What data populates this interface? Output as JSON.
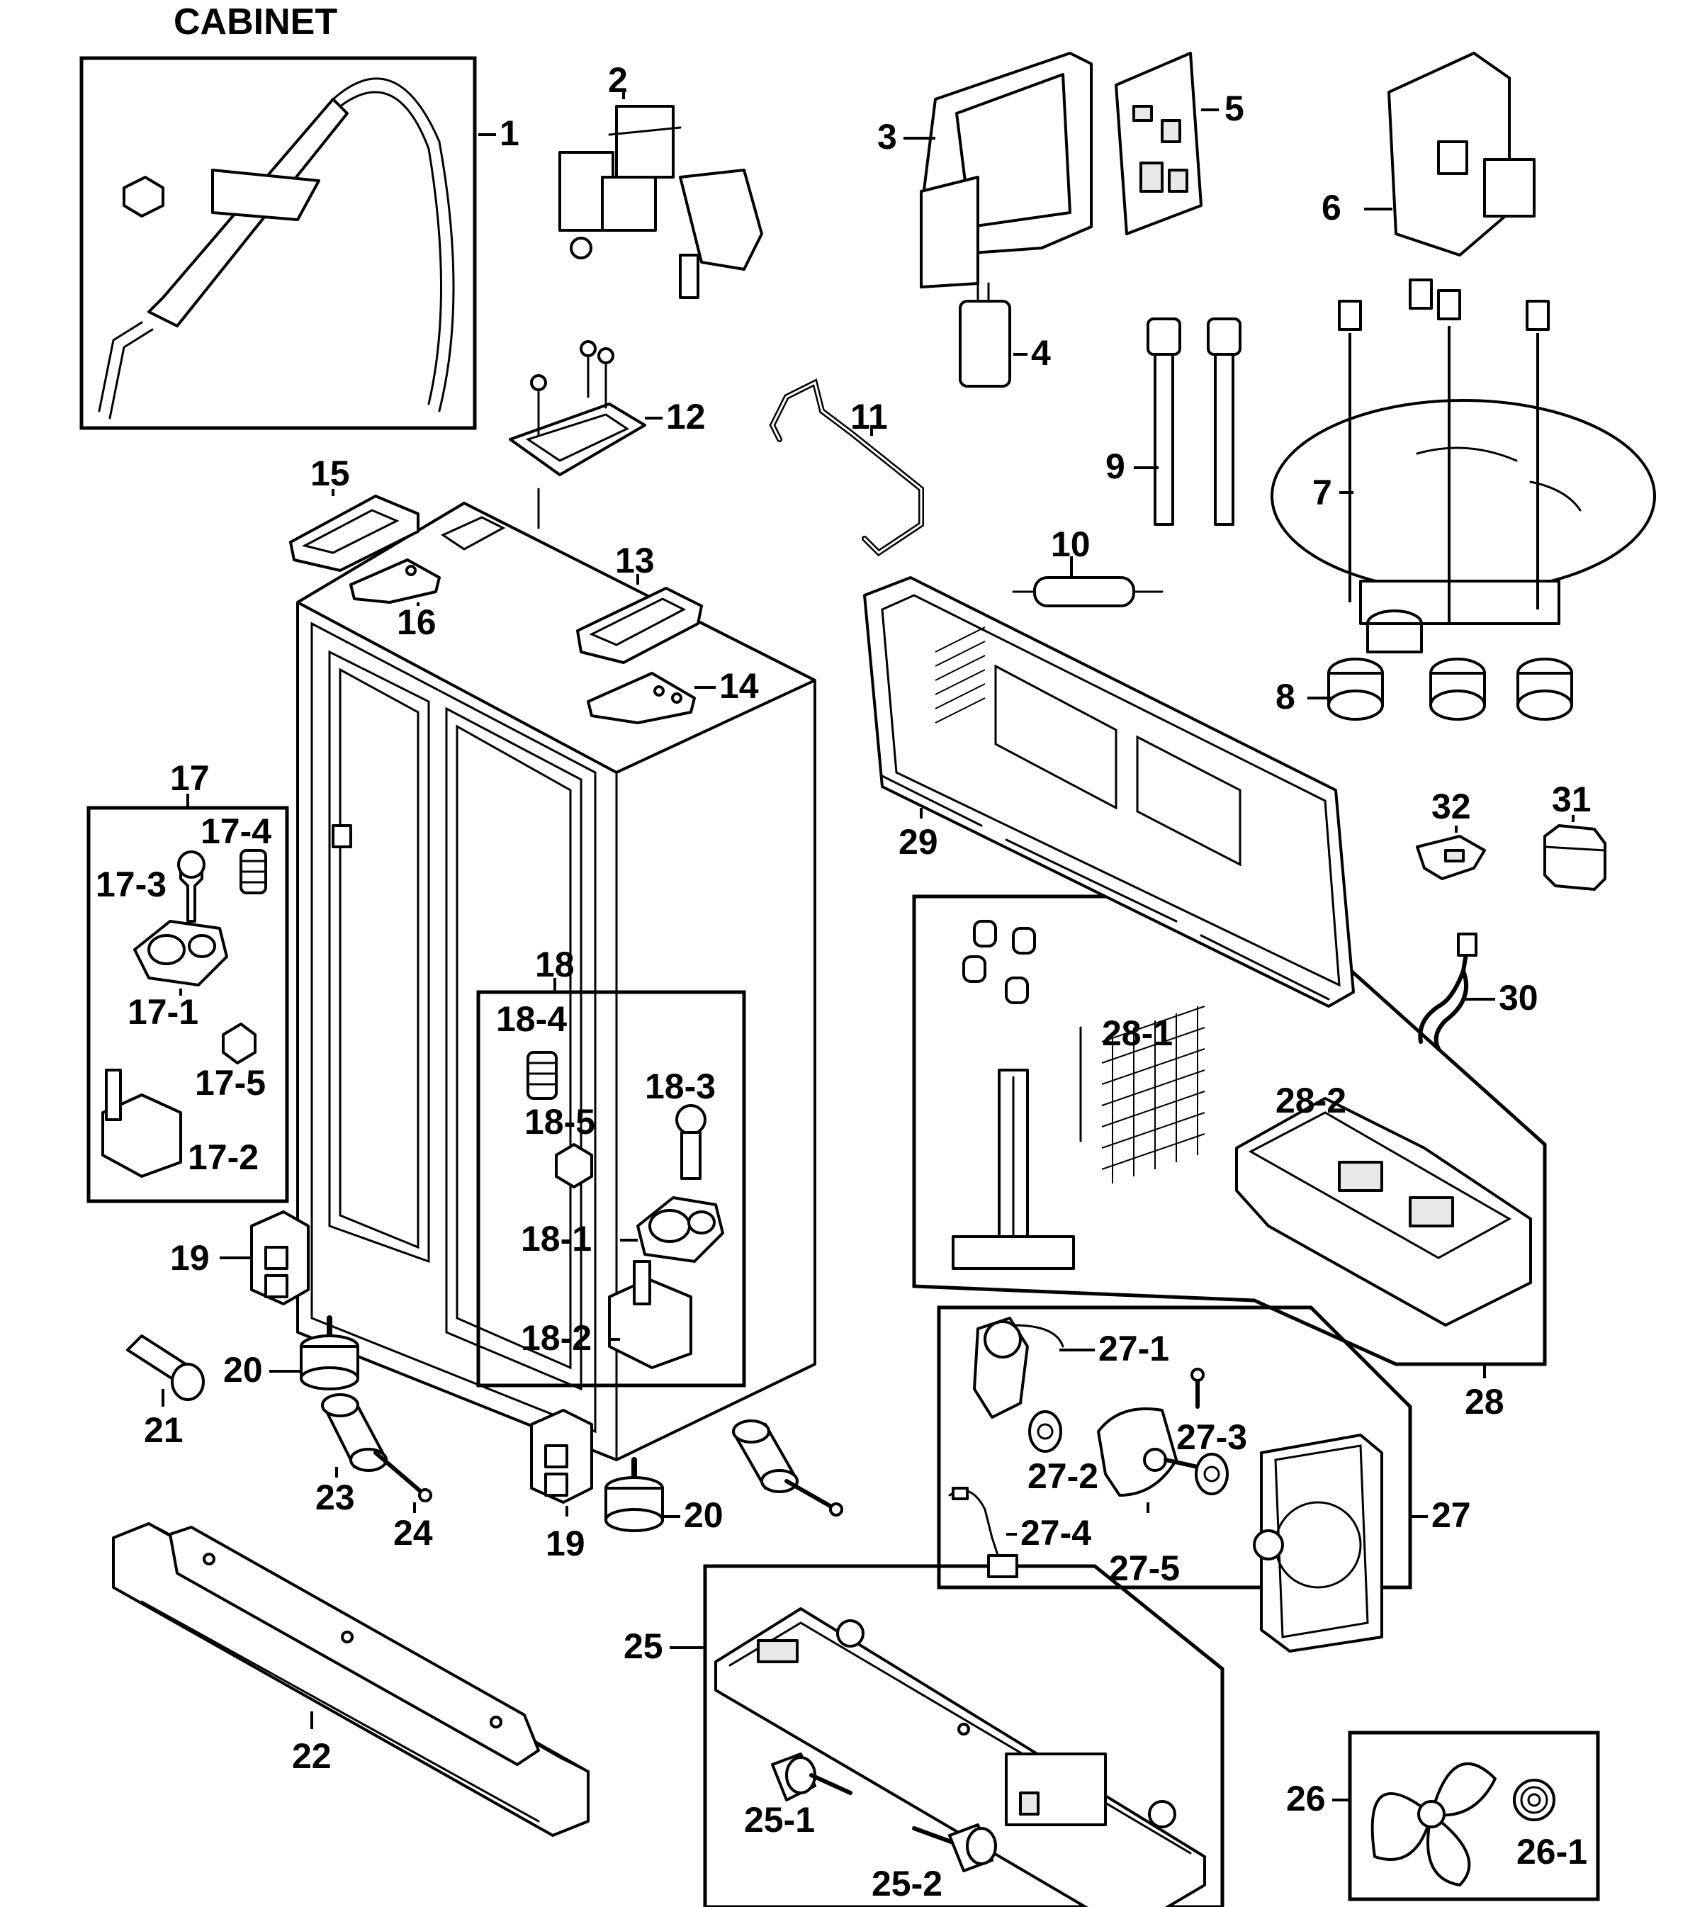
{
  "title": "CABINET",
  "labels": {
    "p1": "1",
    "p2": "2",
    "p3": "3",
    "p4": "4",
    "p5": "5",
    "p6": "6",
    "p7": "7",
    "p8": "8",
    "p9": "9",
    "p10": "10",
    "p11": "11",
    "p12": "12",
    "p13": "13",
    "p14": "14",
    "p15": "15",
    "p16": "16",
    "p17": "17",
    "p17_1": "17-1",
    "p17_2": "17-2",
    "p17_3": "17-3",
    "p17_4": "17-4",
    "p17_5": "17-5",
    "p18": "18",
    "p18_1": "18-1",
    "p18_2": "18-2",
    "p18_3": "18-3",
    "p18_4": "18-4",
    "p18_5": "18-5",
    "p19a": "19",
    "p19b": "19",
    "p20a": "20",
    "p20b": "20",
    "p21": "21",
    "p22": "22",
    "p23": "23",
    "p24": "24",
    "p25": "25",
    "p25_1": "25-1",
    "p25_2": "25-2",
    "p26": "26",
    "p26_1": "26-1",
    "p27": "27",
    "p27_1": "27-1",
    "p27_2": "27-2",
    "p27_3": "27-3",
    "p27_4": "27-4",
    "p27_5": "27-5",
    "p28": "28",
    "p28_1": "28-1",
    "p28_2": "28-2",
    "p29": "29",
    "p30": "30",
    "p31": "31",
    "p32": "32"
  }
}
